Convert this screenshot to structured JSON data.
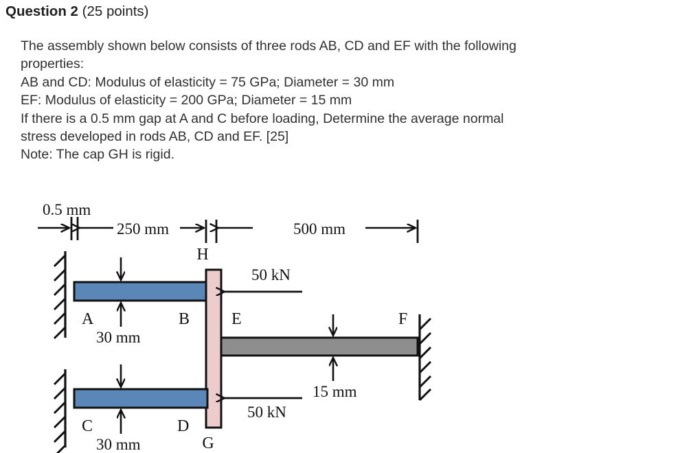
{
  "heading": {
    "label": "Question 2",
    "points": "(25 points)"
  },
  "statement": {
    "lines": [
      "The assembly shown below consists of three rods AB, CD and EF with the following",
      "properties:",
      "AB and CD: Modulus of elasticity = 75 GPa; Diameter = 30 mm",
      "EF: Modulus of elasticity = 200 GPa; Diameter = 15 mm",
      "If there is a 0.5 mm gap at A and C before loading, Determine the average normal",
      "stress developed in rods AB, CD and EF. [25]",
      "Note: The cap GH is rigid."
    ]
  },
  "figure": {
    "dimensions": {
      "gap": "0.5 mm",
      "left_span": "250 mm",
      "right_span": "500 mm",
      "rod_ab_diameter": "30 mm",
      "rod_cd_diameter": "30 mm",
      "rod_ef_diameter": "15 mm"
    },
    "nodes": {
      "a": "A",
      "b": "B",
      "c": "C",
      "d": "D",
      "e": "E",
      "f": "F",
      "g": "G",
      "h": "H"
    },
    "loads": {
      "upper": "50 kN",
      "lower": "50 kN"
    },
    "colors": {
      "rod_ab": "#5b87b8",
      "rod_cd": "#5b87b8",
      "rod_ef": "#8e8e8e",
      "cap_gh": "#eccccc",
      "outline": "#111111",
      "wall": "#111111"
    }
  }
}
